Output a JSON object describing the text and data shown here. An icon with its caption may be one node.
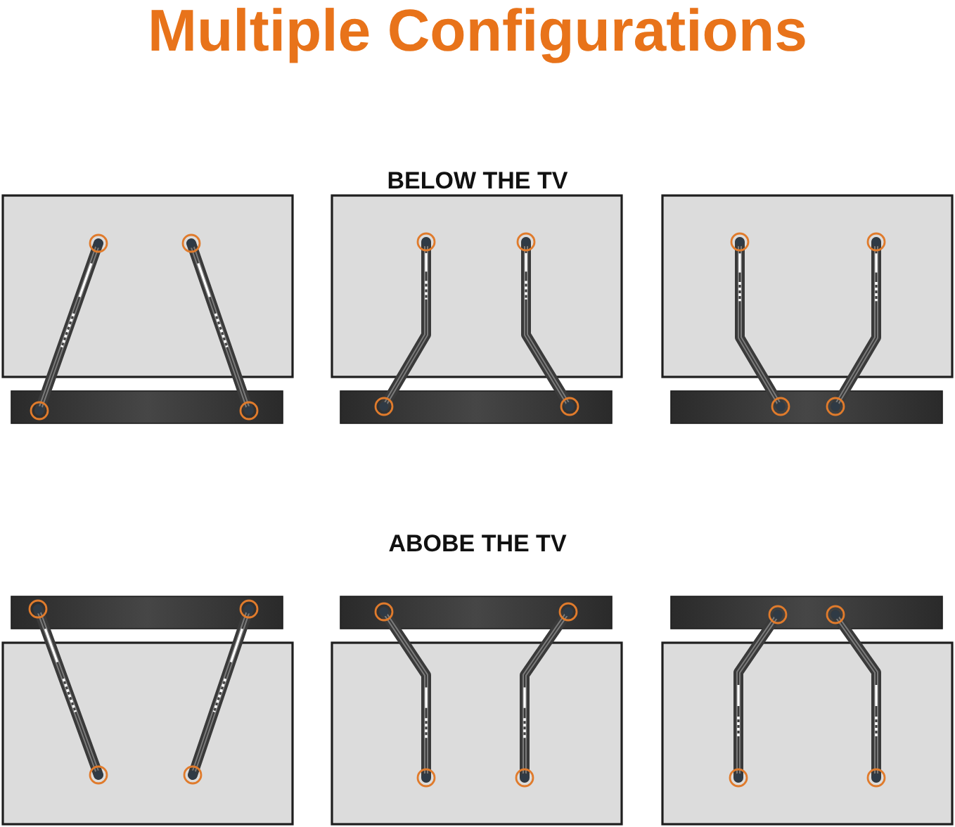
{
  "diagram": {
    "title": "Multiple Configurations",
    "labels": [
      "BELOW THE TV",
      "ABOBE THE TV"
    ]
  }
}
